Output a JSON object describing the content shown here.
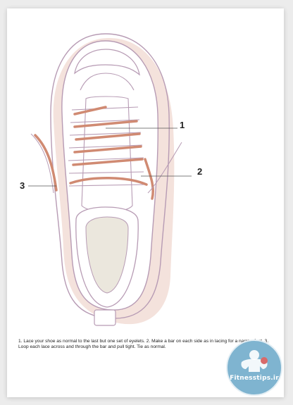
{
  "diagram": {
    "callouts": [
      "1",
      "2",
      "3"
    ],
    "caption": "1. Lace your shoe as normal to the last but one set of eyelets. 2. Make a bar on each side as in lacing for a narrow foot. 3. Loop each lace across and through the bar and pull tight. Tie as normal."
  },
  "watermark": {
    "text": "Fitnesstips.ir"
  },
  "colors": {
    "outline": "#b79bb4",
    "shadow": "#f2ddd6",
    "lace": "#d08a72",
    "insole": "#e9e6dc"
  }
}
